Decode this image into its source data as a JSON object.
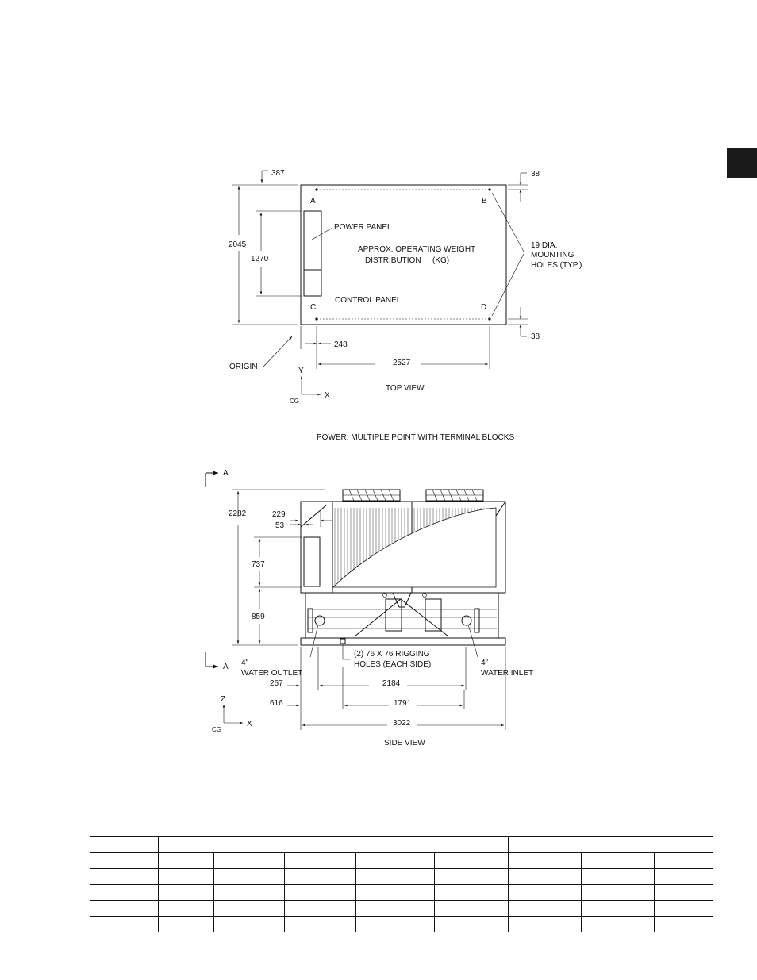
{
  "top_view": {
    "corner_labels": [
      "A",
      "B",
      "C",
      "D"
    ],
    "power_panel": "POWER PANEL",
    "control_panel": "CONTROL PANEL",
    "weight_line1": "APPROX. OPERATING WEIGHT",
    "weight_line2": "DISTRIBUTION",
    "weight_unit": "(KG)",
    "mounting_line1": "19 DIA.",
    "mounting_line2": "MOUNTING",
    "mounting_line3": "HOLES (TYP.)",
    "origin": "ORIGIN",
    "dims": {
      "d387": "387",
      "d38_top": "38",
      "d38_bottom": "38",
      "d2045": "2045",
      "d1270": "1270",
      "d248": "248",
      "d2527": "2527"
    },
    "axes": {
      "y": "Y",
      "x": "X",
      "cg": "CG"
    },
    "caption": "TOP VIEW"
  },
  "power_note": "POWER: MULTIPLE POINT WITH TERMINAL BLOCKS",
  "side_view": {
    "section_top": "A",
    "section_bottom": "A",
    "dims": {
      "d2282": "2282",
      "d229": "229",
      "d53": "53",
      "d737": "737",
      "d859": "859",
      "d267": "267",
      "d616": "616",
      "d2184": "2184",
      "d1791": "1791",
      "d3022": "3022"
    },
    "outlet_line1": "4\"",
    "outlet_line2": "WATER OUTLET",
    "inlet_line1": "4\"",
    "inlet_line2": "WATER INLET",
    "rigging_line1": "(2) 76 X 76 RIGGING",
    "rigging_line2": "HOLES (EACH SIDE)",
    "axes": {
      "z": "Z",
      "x": "X",
      "cg": "CG"
    },
    "caption": "SIDE VIEW"
  },
  "weight_table": {
    "rows": 6,
    "columns": 9
  }
}
